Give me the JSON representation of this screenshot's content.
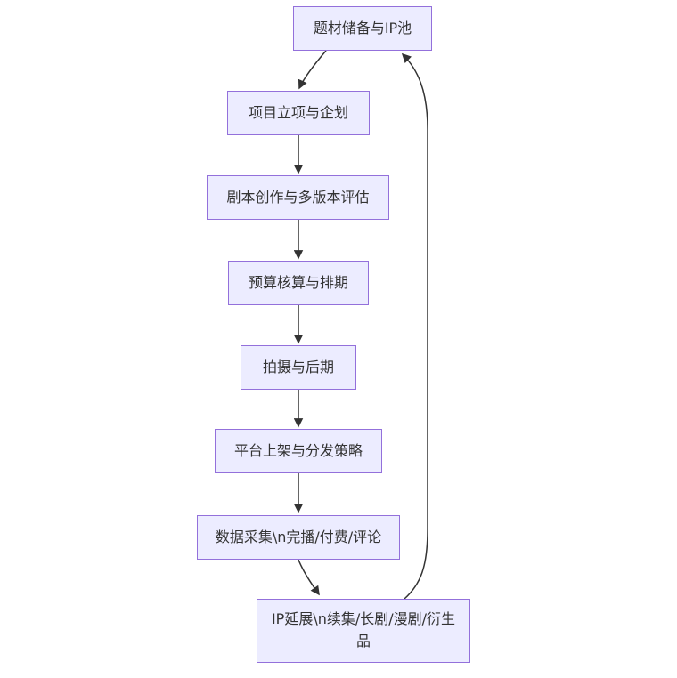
{
  "diagram": {
    "type": "flowchart",
    "direction": "top-down",
    "nodes": [
      {
        "id": "n1",
        "label": "题材储备与IP池"
      },
      {
        "id": "n2",
        "label": "项目立项与企划"
      },
      {
        "id": "n3",
        "label": "剧本创作与多版本评估"
      },
      {
        "id": "n4",
        "label": "预算核算与排期"
      },
      {
        "id": "n5",
        "label": "拍摄与后期"
      },
      {
        "id": "n6",
        "label": "平台上架与分发策略"
      },
      {
        "id": "n7",
        "label": "数据采集\\n完播/付费/评论"
      },
      {
        "id": "n8",
        "label": "IP延展\\n续集/长剧/漫剧/衍生品"
      }
    ],
    "edges": [
      {
        "from": "n1",
        "to": "n2"
      },
      {
        "from": "n2",
        "to": "n3"
      },
      {
        "from": "n3",
        "to": "n4"
      },
      {
        "from": "n4",
        "to": "n5"
      },
      {
        "from": "n5",
        "to": "n6"
      },
      {
        "from": "n6",
        "to": "n7"
      },
      {
        "from": "n7",
        "to": "n8"
      },
      {
        "from": "n8",
        "to": "n1"
      }
    ]
  },
  "colors": {
    "node_fill": "#ECECFF",
    "node_border": "#9370DB",
    "edge": "#333333",
    "text": "#333333"
  }
}
